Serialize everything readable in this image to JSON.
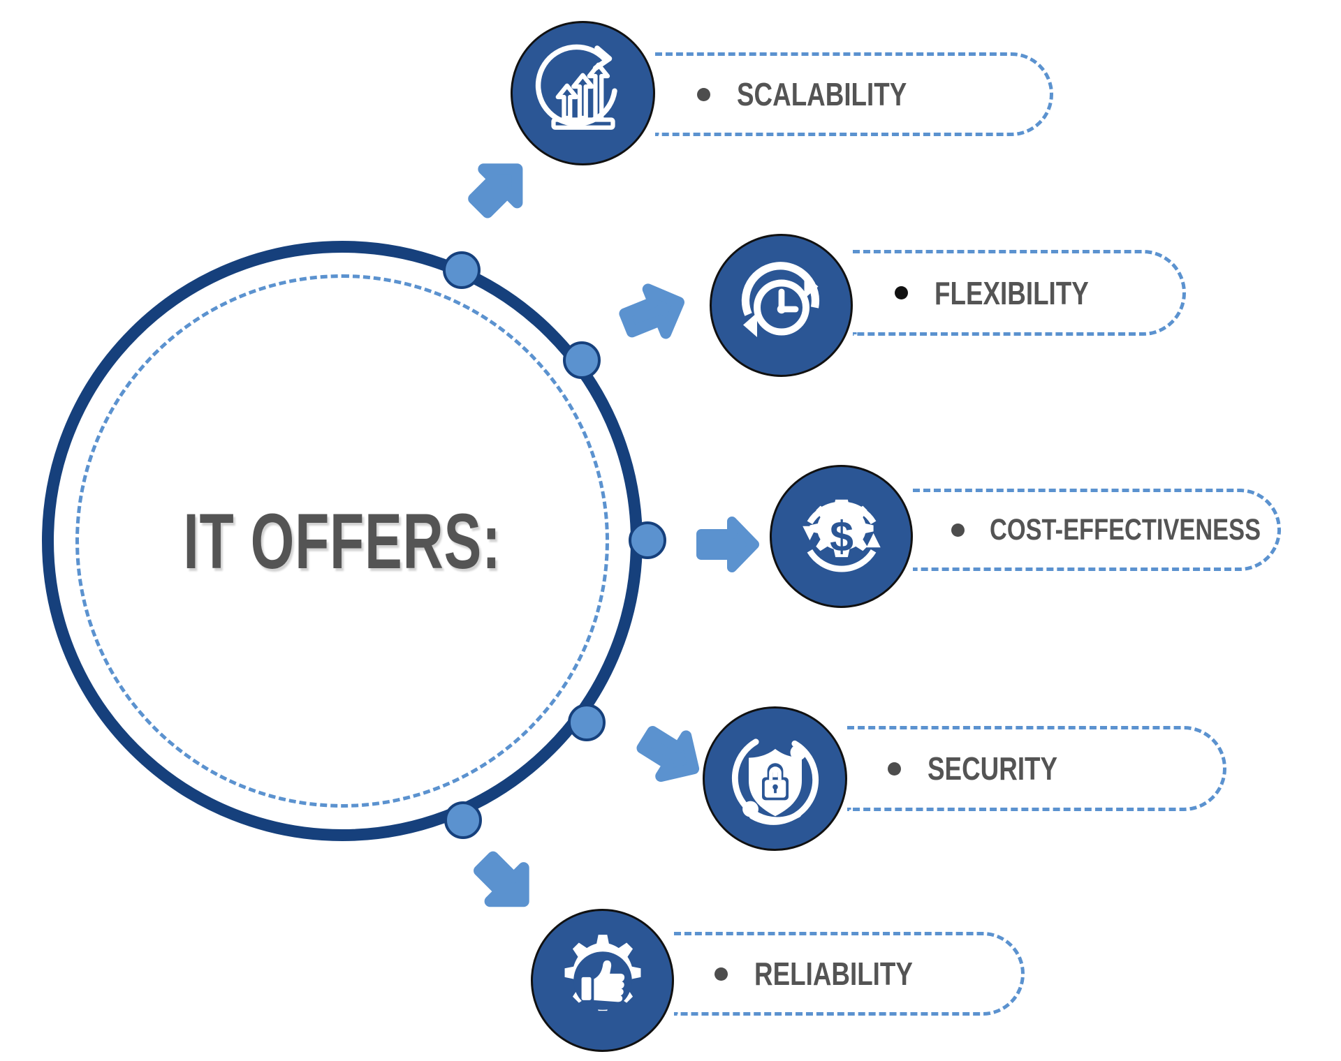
{
  "diagram": {
    "title": "IT OFFERS:",
    "center_label": "IT OFFERS:",
    "colors": {
      "ring_navy": "#16407c",
      "accent_blue": "#5b92cf",
      "icon_circle": "#2b5695",
      "text_gray": "#545454",
      "icon_outline": "#111111",
      "background": "#ffffff"
    },
    "items": [
      {
        "label": "SCALABILITY",
        "icon": "growth-arrows-icon",
        "bullet": "bullet-gray"
      },
      {
        "label": "FLEXIBILITY",
        "icon": "clock-refresh-icon",
        "bullet": "bullet-black"
      },
      {
        "label": "COST-EFFECTIVENESS",
        "icon": "gear-dollar-icon",
        "bullet": "bullet-gray"
      },
      {
        "label": "SECURITY",
        "icon": "shield-lock-icon",
        "bullet": "bullet-gray"
      },
      {
        "label": "RELIABILITY",
        "icon": "thumbs-up-gear-icon",
        "bullet": "bullet-gray"
      }
    ],
    "arrows": [
      {
        "name": "arrow-to-scalability",
        "direction": "up-right"
      },
      {
        "name": "arrow-to-flexibility",
        "direction": "right-up"
      },
      {
        "name": "arrow-to-cost-effectiveness",
        "direction": "right"
      },
      {
        "name": "arrow-to-security",
        "direction": "right-down"
      },
      {
        "name": "arrow-to-reliability",
        "direction": "down-right"
      }
    ],
    "node_dots": [
      {
        "name": "ring-node-1"
      },
      {
        "name": "ring-node-2"
      },
      {
        "name": "ring-node-3"
      },
      {
        "name": "ring-node-4"
      },
      {
        "name": "ring-node-5"
      }
    ]
  }
}
